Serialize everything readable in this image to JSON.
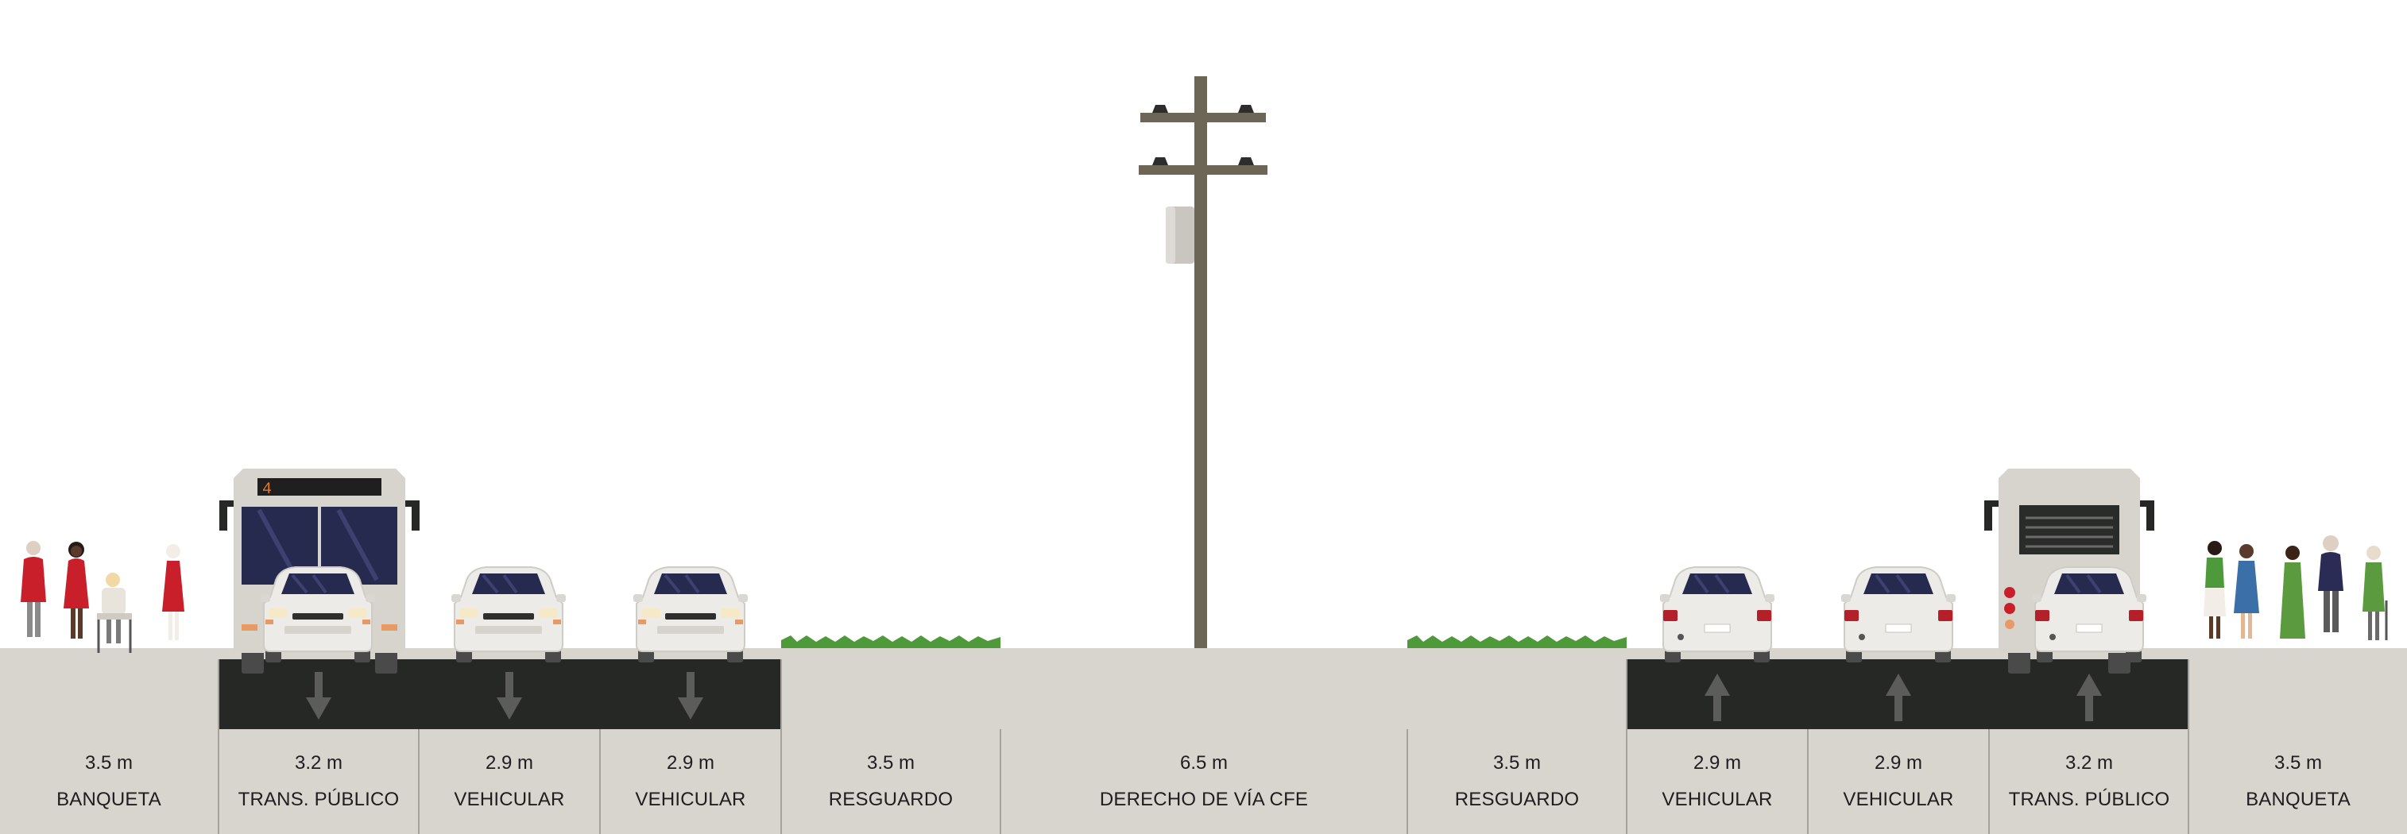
{
  "colors": {
    "ground": "#d8d4ce",
    "asphalt": "#262826",
    "arrow": "#5c5d5b",
    "divider": "#a6a29b",
    "grass": "#4e9a3a",
    "pole": "#6d6555",
    "label_text": "#1e1e1e"
  },
  "segments": [
    {
      "width_label": "3.5 m",
      "name": "BANQUETA",
      "kind": "sidewalk"
    },
    {
      "width_label": "3.2 m",
      "name": "TRANS. PÚBLICO",
      "kind": "bus-lane",
      "direction": "down"
    },
    {
      "width_label": "2.9 m",
      "name": "VEHICULAR",
      "kind": "car-lane",
      "direction": "down"
    },
    {
      "width_label": "2.9 m",
      "name": "VEHICULAR",
      "kind": "car-lane",
      "direction": "down"
    },
    {
      "width_label": "3.5 m",
      "name": "RESGUARDO",
      "kind": "verge"
    },
    {
      "width_label": "6.5 m",
      "name": "DERECHO DE VÍA CFE",
      "kind": "utility-corridor"
    },
    {
      "width_label": "3.5 m",
      "name": "RESGUARDO",
      "kind": "verge"
    },
    {
      "width_label": "2.9 m",
      "name": "VEHICULAR",
      "kind": "car-lane",
      "direction": "up"
    },
    {
      "width_label": "2.9 m",
      "name": "VEHICULAR",
      "kind": "car-lane",
      "direction": "up"
    },
    {
      "width_label": "3.2 m",
      "name": "TRANS. PÚBLICO",
      "kind": "bus-lane",
      "direction": "up"
    },
    {
      "width_label": "3.5 m",
      "name": "BANQUETA",
      "kind": "sidewalk"
    }
  ],
  "bus_route_number": "4",
  "icons": [
    "pedestrian-icon",
    "wheelchair-user-icon",
    "bus-front-icon",
    "bus-rear-icon",
    "car-front-icon",
    "car-rear-icon",
    "utility-pole-icon",
    "grass-icon",
    "down-arrow-icon",
    "up-arrow-icon"
  ]
}
